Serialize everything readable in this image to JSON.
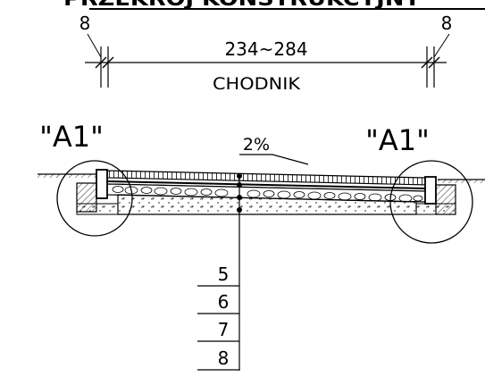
{
  "header": {
    "title_partial": "PRZEKRÓJ KONSTRUKCYJNY"
  },
  "dimension": {
    "left_offset": "8",
    "right_offset": "8",
    "span": "234~284",
    "label": "CHODNIK"
  },
  "details": {
    "left": "\"A1\"",
    "right": "\"A1\""
  },
  "slope": {
    "label": "2%"
  },
  "layer_callouts": [
    "5",
    "6",
    "7",
    "8"
  ],
  "colors": {
    "ink": "#000000",
    "background": "#ffffff"
  }
}
